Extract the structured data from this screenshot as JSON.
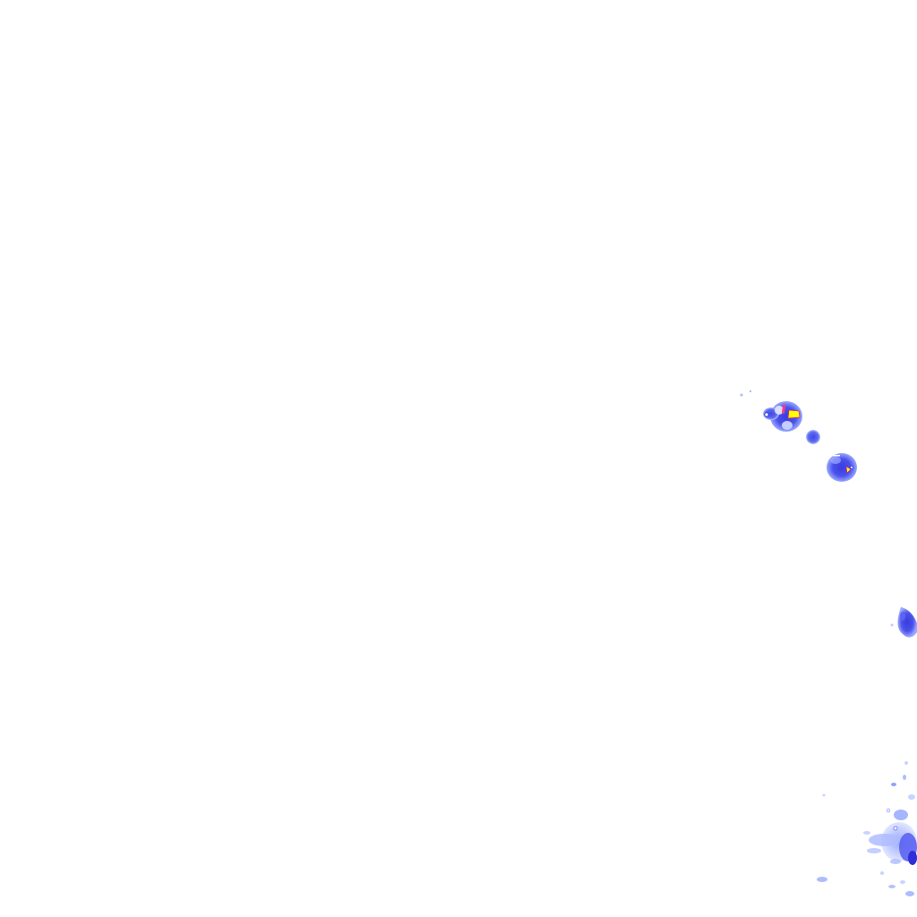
{
  "map": {
    "type": "weather-radar-overlay-tile",
    "background": "#ffffff",
    "intensity_colors": {
      "very_light": "#c8d4ff",
      "light": "#8fa2ff",
      "moderate": "#5b63f2",
      "heavy": "#2e2fd8",
      "core": "#ffff00",
      "core_edge": "#e02070"
    },
    "echo_cells": [
      {
        "name": "cell-northwest-cluster",
        "intensity": "heavy",
        "has_core": true
      },
      {
        "name": "cell-small-middle",
        "intensity": "moderate",
        "has_core": false
      },
      {
        "name": "cell-round-east",
        "intensity": "moderate",
        "has_core": true
      },
      {
        "name": "cell-edge-east",
        "intensity": "heavy",
        "has_core": false
      },
      {
        "name": "cell-scatter-southeast",
        "intensity": "light",
        "has_core": false
      }
    ]
  }
}
